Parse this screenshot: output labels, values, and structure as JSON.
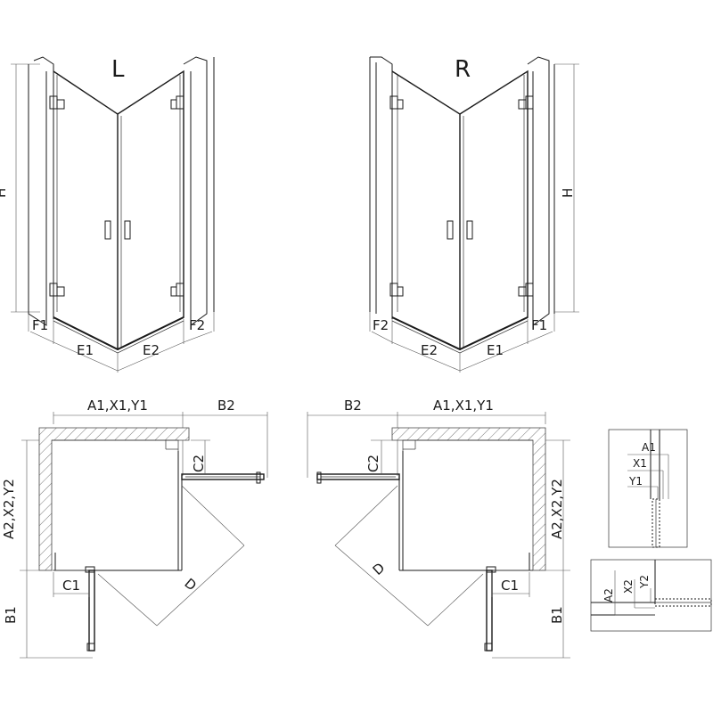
{
  "views": {
    "left_label": "L",
    "right_label": "R"
  },
  "elevation_left": {
    "height_label": "H",
    "f1": "F1",
    "e1": "E1",
    "e2": "E2",
    "f2": "F2"
  },
  "elevation_right": {
    "height_label": "H",
    "f2": "F2",
    "e2": "E2",
    "e1": "E1",
    "f1": "F1"
  },
  "plan_left": {
    "top_width": "A1,X1,Y1",
    "top_right": "B2",
    "side_height": "A2,X2,Y2",
    "c2": "C2",
    "c1": "C1",
    "b1": "B1",
    "diagonal": "D"
  },
  "plan_right": {
    "top_left": "B2",
    "top_width": "A1,X1,Y1",
    "side_height": "A2,X2,Y2",
    "c2": "C2",
    "c1": "C1",
    "b1": "B1",
    "diagonal": "D"
  },
  "detail_top": {
    "a1": "A1",
    "x1": "X1",
    "y1": "Y1"
  },
  "detail_bottom": {
    "a2": "A2",
    "x2": "X2",
    "y2": "Y2"
  }
}
